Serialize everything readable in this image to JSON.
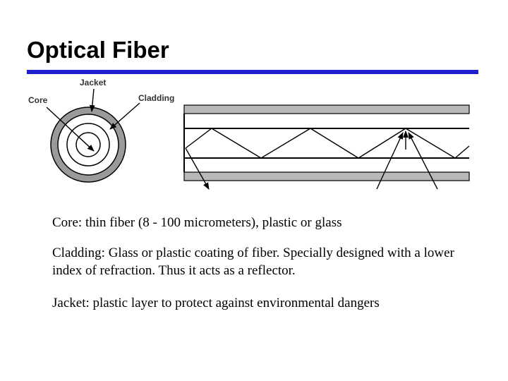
{
  "slide": {
    "title": "Optical Fiber",
    "accent_color": "#1f1fcf"
  },
  "diagram": {
    "labels": {
      "jacket": "Jacket",
      "core": "Core",
      "cladding": "Cladding"
    },
    "colors": {
      "jacket_ring": "#9a9a9a",
      "fiber_walls": "#b8b8b8",
      "line": "#000000"
    }
  },
  "body": {
    "core": "Core: thin fiber (8 - 100 micrometers), plastic or glass",
    "cladding": "Cladding: Glass or plastic coating of fiber. Specially designed with a lower index of refraction. Thus it acts as a reflector.",
    "jacket": "Jacket: plastic layer to protect against environmental dangers"
  }
}
